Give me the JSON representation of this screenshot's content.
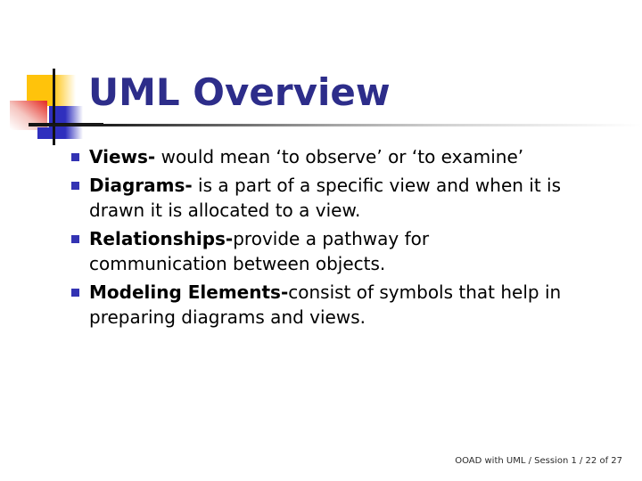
{
  "slide": {
    "title": "UML Overview",
    "bullets": [
      {
        "bold": "Views-",
        "lines": [
          " would mean ‘to observe’ or ‘to examine’"
        ]
      },
      {
        "bold": "Diagrams-",
        "lines": [
          " is a part of a specific view and when it is",
          "drawn it is allocated to a view."
        ]
      },
      {
        "bold": "Relationships-",
        "lines": [
          "provide a pathway for",
          "communication between objects."
        ]
      },
      {
        "bold": "Modeling Elements-",
        "lines": [
          "consist of symbols that help in",
          "preparing diagrams and views."
        ]
      }
    ],
    "footer": "OOAD with UML / Session 1 / 22 of 27"
  },
  "colors": {
    "title_text": "#2d2d8a",
    "body_text": "#000000",
    "footer_text": "#2a2a2a",
    "marker_blue": "#3333b3",
    "accent_yellow": "#ffc30b",
    "accent_red": "#e6342c",
    "accent_blue": "#2f2fbe",
    "line_black": "#121212"
  }
}
